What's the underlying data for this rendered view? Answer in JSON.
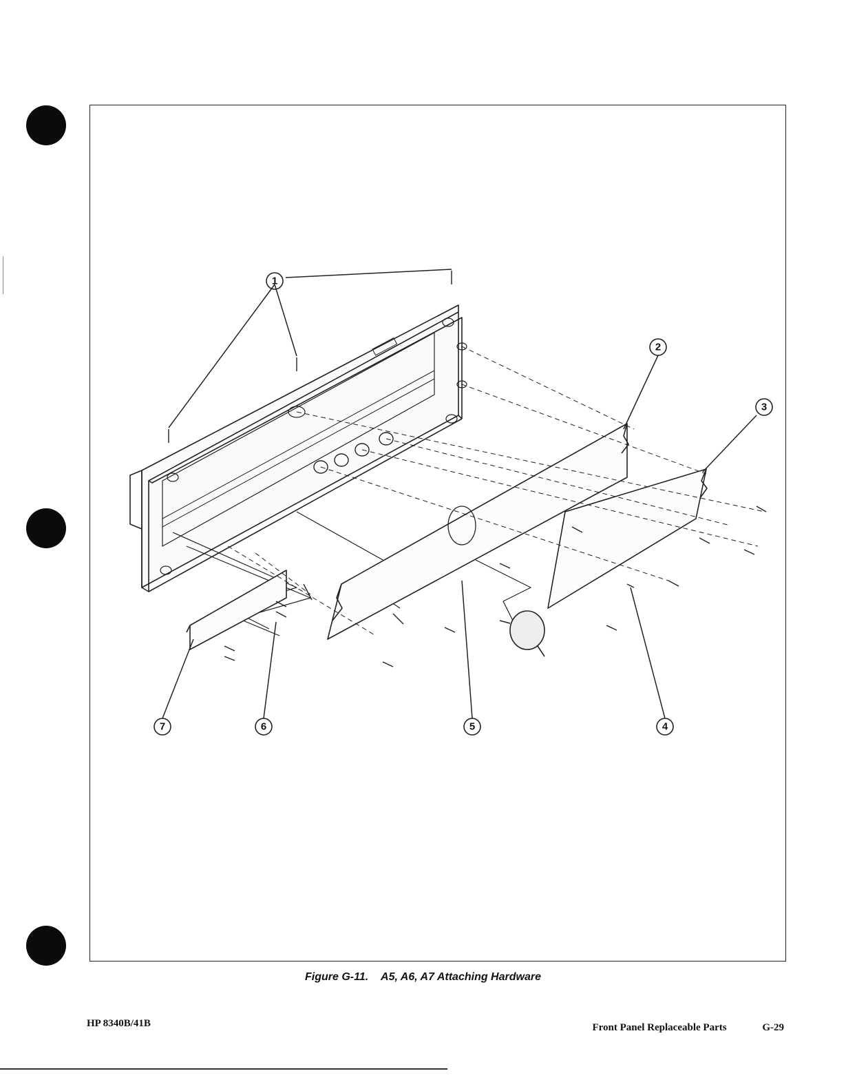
{
  "figure": {
    "callouts": [
      "1",
      "2",
      "3",
      "4",
      "5",
      "6",
      "7"
    ],
    "caption_number": "Figure G-11.",
    "caption_title": "A5, A6, A7 Attaching Hardware"
  },
  "footer": {
    "manual": "HP 8340B/41B",
    "section": "Front Panel Replaceable Parts",
    "page": "G-29"
  }
}
